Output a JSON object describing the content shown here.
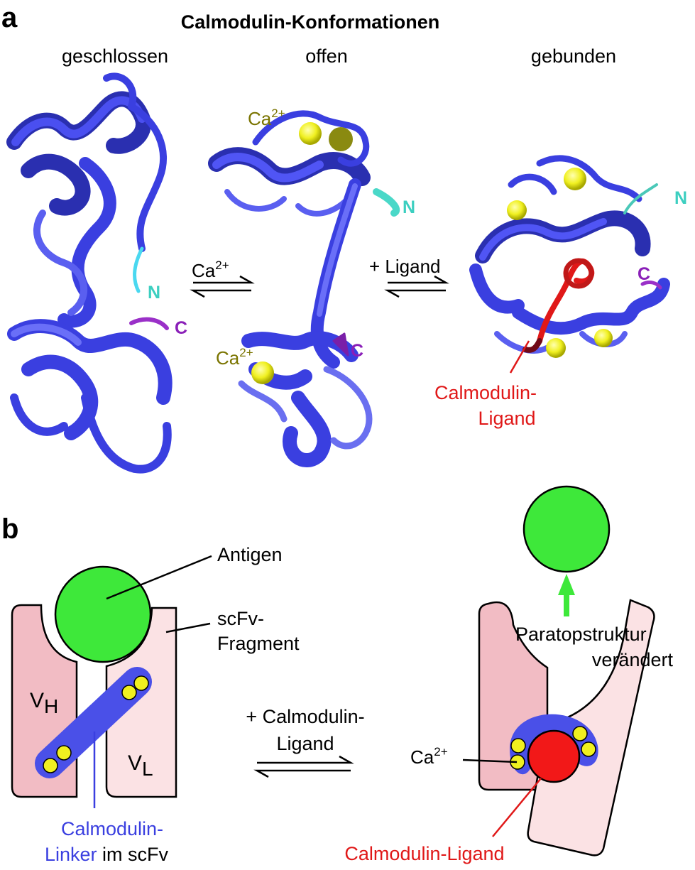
{
  "panel_a": {
    "label": "a",
    "title": "Calmodulin-Konformationen",
    "states": {
      "closed": "geschlossen",
      "open": "offen",
      "bound": "gebunden"
    },
    "ca_label": "Ca",
    "ca_sup": "2+",
    "arrow1_label": "Ca",
    "arrow1_sup": "2+",
    "arrow2_label": "+ Ligand",
    "terminus_n": "N",
    "terminus_c": "C",
    "ligand_label_line1": "Calmodulin-",
    "ligand_label_line2": "Ligand"
  },
  "panel_b": {
    "label": "b",
    "antigen": "Antigen",
    "scfv_line1": "scFv-",
    "scfv_line2": "Fragment",
    "vh": "V",
    "vh_sub": "H",
    "vl": "V",
    "vl_sub": "L",
    "linker_line1": "Calmodulin-",
    "linker_line2a": "Linker",
    "linker_line2b": " im scFv",
    "add_line1": "+ Calmodulin-",
    "add_line2": "Ligand",
    "paratop_line1": "Paratopstruktur",
    "paratop_line2": "verändert",
    "ca_label": "Ca",
    "ca_sup": "2+",
    "ligand_label": "Calmodulin-Ligand"
  },
  "colors": {
    "protein_blue": "#3a3fe0",
    "calcium_yellow": "#f0f020",
    "ca_text": "#7a7400",
    "n_terminus": "#3ccfc0",
    "c_terminus": "#8a1fb8",
    "ligand_red": "#e01818",
    "antigen_green": "#3ee83a",
    "vh_pink": "#f2bcc4",
    "vl_pink": "#fbe2e4",
    "linker_blue": "#4a50e8"
  }
}
